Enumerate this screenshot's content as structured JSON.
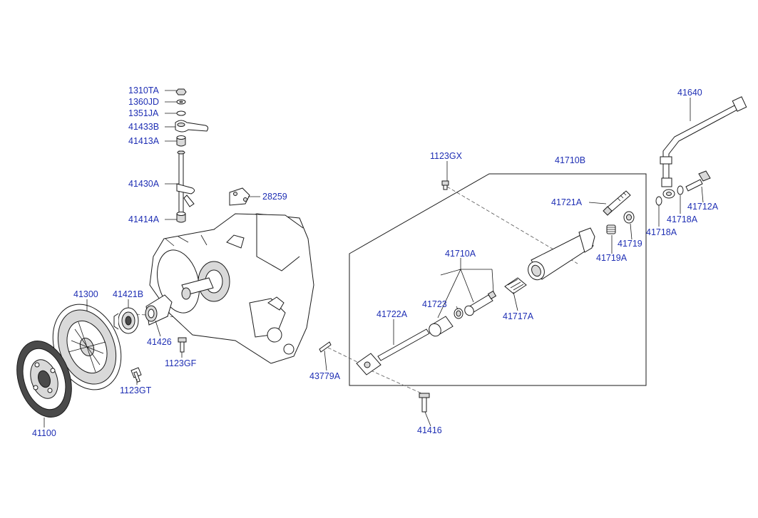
{
  "labels": {
    "p1310TA": "1310TA",
    "p1360JD": "1360JD",
    "p1351JA": "1351JA",
    "p41433B": "41433B",
    "p41413A": "41413A",
    "p41430A": "41430A",
    "p41414A": "41414A",
    "p28259": "28259",
    "p41300": "41300",
    "p41421B": "41421B",
    "p41426": "41426",
    "p1123GF": "1123GF",
    "p1123GT": "1123GT",
    "p41100": "41100",
    "p1123GX": "1123GX",
    "p41710B": "41710B",
    "p41721A": "41721A",
    "p41719": "41719",
    "p41719A": "41719A",
    "p41710A": "41710A",
    "p41723": "41723",
    "p41722A": "41722A",
    "p41717A": "41717A",
    "p43779A": "43779A",
    "p41416": "41416",
    "p41640": "41640",
    "p41718A_a": "41718A",
    "p41718A_b": "41718A",
    "p41712A": "41712A"
  },
  "colors": {
    "label_text": "#1f2fb4",
    "line_art": "#1a1a1a",
    "background": "#ffffff"
  }
}
